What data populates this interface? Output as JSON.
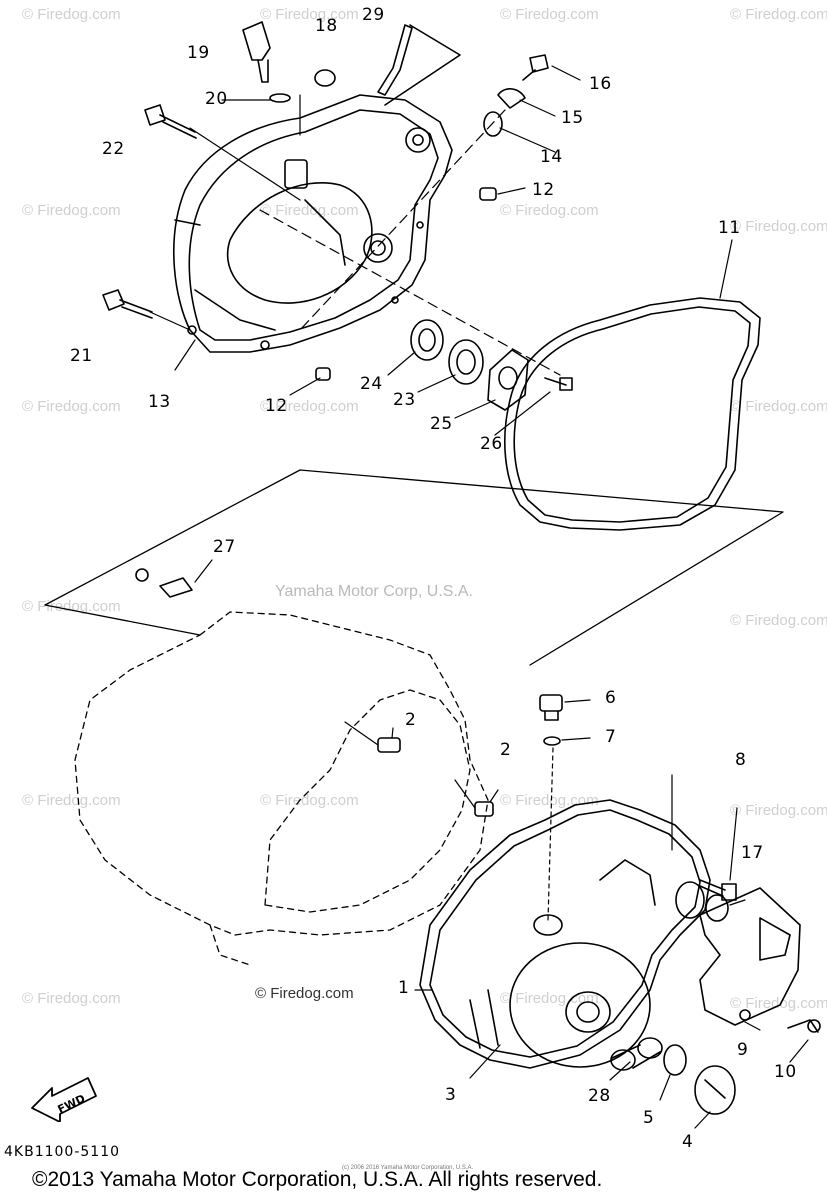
{
  "watermarks": [
    "© Firedog.com",
    "© Firedog.com",
    "© Firedog.com",
    "© Firedog.com",
    "© Firedog.com",
    "© Firedog.com",
    "© Firedog.com",
    "© Firedog.com",
    "© Firedog.com",
    "© Firedog.com",
    "© Firedog.com",
    "© Firedog.com",
    "© Firedog.com",
    "© Firedog.com",
    "© Firedog.com",
    "© Firedog.com",
    "© Firedog.com",
    "© Firedog.com",
    "© Firedog.com",
    "© Firedog.com"
  ],
  "center_watermark": "Yamaha Motor Corp, U.S.A.",
  "firedog_label": "© Firedog.com",
  "callouts": {
    "c1": "1",
    "c2a": "2",
    "c2b": "2",
    "c3": "3",
    "c4": "4",
    "c5": "5",
    "c6": "6",
    "c7": "7",
    "c8": "8",
    "c9": "9",
    "c10": "10",
    "c11": "11",
    "c12a": "12",
    "c12b": "12",
    "c13": "13",
    "c14": "14",
    "c15": "15",
    "c16": "16",
    "c17": "17",
    "c18": "18",
    "c19": "19",
    "c20": "20",
    "c21": "21",
    "c22": "22",
    "c23": "23",
    "c24": "24",
    "c25": "25",
    "c26": "26",
    "c27": "27",
    "c28": "28",
    "c29": "29"
  },
  "part_code": "4KB1100-5110",
  "fwd_label": "FWD",
  "tiny_notice": "(c) 2006 2016 Yamaha Motor Corporation, U.S.A.",
  "copyright": "©2013 Yamaha Motor Corporation, U.S.A. All rights reserved."
}
